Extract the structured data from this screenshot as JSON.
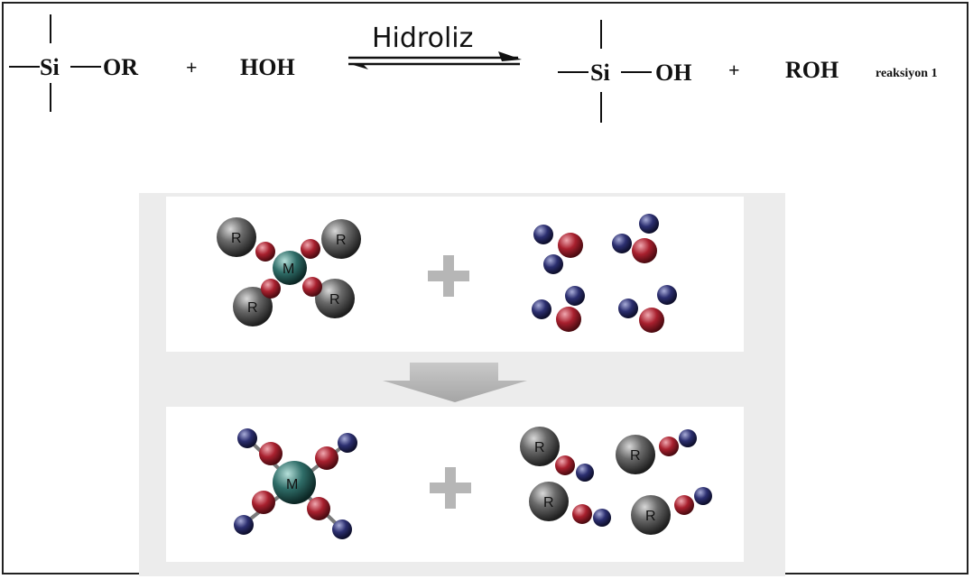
{
  "reaction": {
    "reactant_1": {
      "si": "Si",
      "group": "OR"
    },
    "plus_1": "+",
    "reactant_2": "HOH",
    "arrow_label": "Hidroliz",
    "product_1": {
      "si": "Si",
      "group": "OH"
    },
    "plus_2": "+",
    "product_2": "ROH",
    "reaction_label": "reaksiyon 1"
  },
  "diagram": {
    "top_panel": {
      "center_atom": "M",
      "ligand_atom": "R",
      "plus": "+"
    },
    "bottom_panel": {
      "center_atom": "M",
      "byproduct_atom": "R",
      "plus": "+"
    }
  },
  "colors": {
    "grey_atom": "#5a5a5a",
    "red_atom": "#b0303c",
    "blue_atom": "#2c2f70",
    "metal_atom": "#3f7f7a",
    "panel_bg": "#ececec",
    "arrow": "#b5b5b5"
  }
}
